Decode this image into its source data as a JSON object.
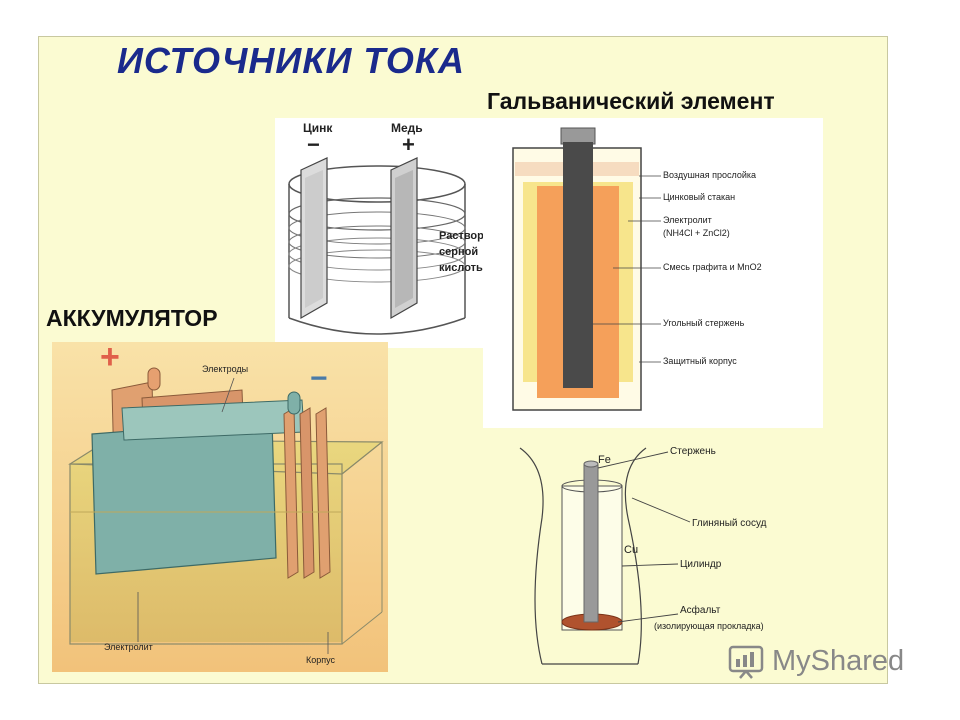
{
  "slide": {
    "title": "ИСТОЧНИКИ ТОКА",
    "galvanic_heading": "Гальванический элемент",
    "accumulator_heading": "АККУМУЛЯТОР"
  },
  "volta_cell": {
    "left_electrode": "Цинк",
    "left_sign": "−",
    "right_electrode": "Медь",
    "right_sign": "+",
    "solution_lines": [
      "Раствор",
      "серной",
      "кислоты"
    ]
  },
  "dry_cell": {
    "labels": [
      "Воздушная прослойка",
      "Цинковый стакан",
      "Электролит",
      "(NH4Cl + ZnCl2)",
      "Смесь графита и MnO2",
      "Угольный стержень",
      "Защитный корпус"
    ]
  },
  "accumulator": {
    "plus_sign": "+",
    "minus_sign": "−",
    "electrodes_label": "Электроды",
    "electrolyte_label": "Электролит",
    "case_label": "Корпус"
  },
  "jacobi_cell": {
    "fe_label": "Fe",
    "cu_label": "Cu",
    "rod_label": "Стержень",
    "vessel_label": "Глиняный сосуд",
    "cylinder_label": "Цилиндр",
    "asphalt_label": "Асфальт",
    "asphalt_note": "(изолирующая прокладка)"
  },
  "watermark": {
    "text": "MyShared"
  }
}
